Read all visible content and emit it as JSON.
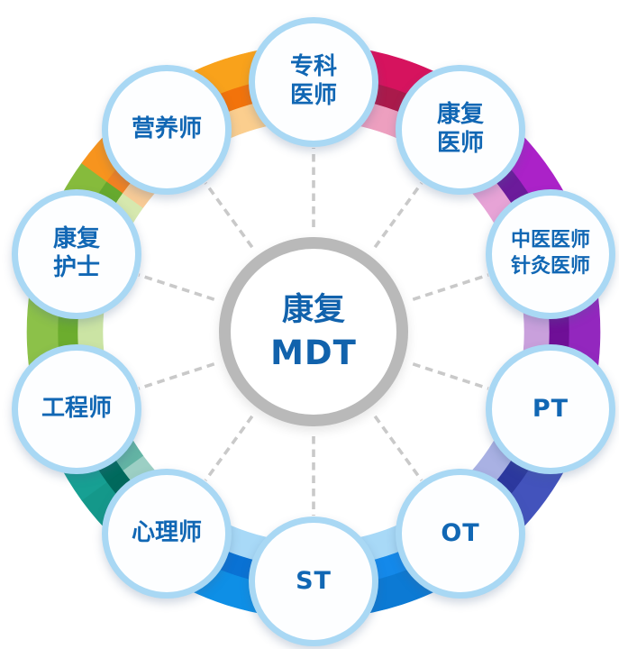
{
  "diagram": {
    "center": {
      "line1": "康复",
      "line2": "MDT"
    },
    "members": [
      {
        "id": "specialist-physician",
        "label": "专科医师",
        "lines": [
          "专科",
          "医师"
        ]
      },
      {
        "id": "rehab-physician",
        "label": "康复医师",
        "lines": [
          "康复",
          "医师"
        ]
      },
      {
        "id": "tcm-acupuncture-physician",
        "label": "中医医师针灸医师",
        "lines": [
          "中医医师",
          "针灸医师"
        ],
        "small": true
      },
      {
        "id": "physical-therapist",
        "label": "PT",
        "lines": [
          "PT"
        ],
        "latin": true
      },
      {
        "id": "occupational-therapist",
        "label": "OT",
        "lines": [
          "OT"
        ],
        "latin": true
      },
      {
        "id": "speech-therapist",
        "label": "ST",
        "lines": [
          "ST"
        ],
        "latin": true
      },
      {
        "id": "psychologist",
        "label": "心理师",
        "lines": [
          "心理师"
        ]
      },
      {
        "id": "engineer",
        "label": "工程师",
        "lines": [
          "工程师"
        ]
      },
      {
        "id": "rehab-nurse",
        "label": "康复护士",
        "lines": [
          "康复",
          "护士"
        ]
      },
      {
        "id": "dietitian",
        "label": "营养师",
        "lines": [
          "营养师"
        ]
      }
    ],
    "ring_segments": [
      {
        "between": [
          "专科医师",
          "康复医师"
        ],
        "cols": [
          [
            "#ED9FBF",
            "#AA1A4B",
            "#D6135E"
          ]
        ]
      },
      {
        "between": [
          "康复医师",
          "中医医师针灸医师"
        ],
        "cols": [
          [
            "#E7A3D6",
            "#6C1B9B",
            "#AB22C8"
          ]
        ]
      },
      {
        "between": [
          "中医医师针灸医师",
          "PT"
        ],
        "cols": [
          [
            "#C9A0DC",
            "#6F0F97",
            "#9327BE"
          ]
        ]
      },
      {
        "between": [
          "PT",
          "OT"
        ],
        "cols": [
          [
            "#A9B1E3",
            "#2C389E",
            "#4353BC"
          ]
        ]
      },
      {
        "between": [
          "OT",
          "ST"
        ],
        "cols": [
          [
            "#A8D9F7",
            "#1489EA",
            "#0C7AD4"
          ]
        ]
      },
      {
        "between": [
          "ST",
          "心理师"
        ],
        "cols": [
          [
            "#A8D9F7",
            "#0A72D4",
            "#0E8FE6"
          ]
        ]
      },
      {
        "between": [
          "心理师",
          "工程师"
        ],
        "cols": [
          [
            "#9CCFC4",
            "#00695C",
            "#14988A"
          ],
          [
            "#63B4A4",
            "#006B5E",
            "#17A093"
          ]
        ]
      },
      {
        "between": [
          "工程师",
          "康复护士"
        ],
        "cols": [
          [
            "#CBE4A4",
            "#6CAD2E",
            "#8CC149"
          ]
        ]
      },
      {
        "between": [
          "康复护士",
          "营养师"
        ],
        "cols": [
          [
            "#D6E8AE",
            "#66A92E",
            "#86BB3C"
          ],
          [
            "#F8CB96",
            "#F28222",
            "#F7941E"
          ]
        ]
      },
      {
        "between": [
          "营养师",
          "专科医师"
        ],
        "cols": [
          [
            "#FBCE8E",
            "#F2730B",
            "#F9A21B"
          ]
        ]
      }
    ],
    "colors": {
      "label_text": "#1167B4",
      "center_text": "#1162AC",
      "member_border": "#A9D8F4",
      "member_fill": "#FDFEFF",
      "center_ring": "#B9B9B9",
      "center_fill": "#FFFFFF",
      "connector_dash": "#C9C9C9",
      "background": "#FFFFFF"
    }
  }
}
